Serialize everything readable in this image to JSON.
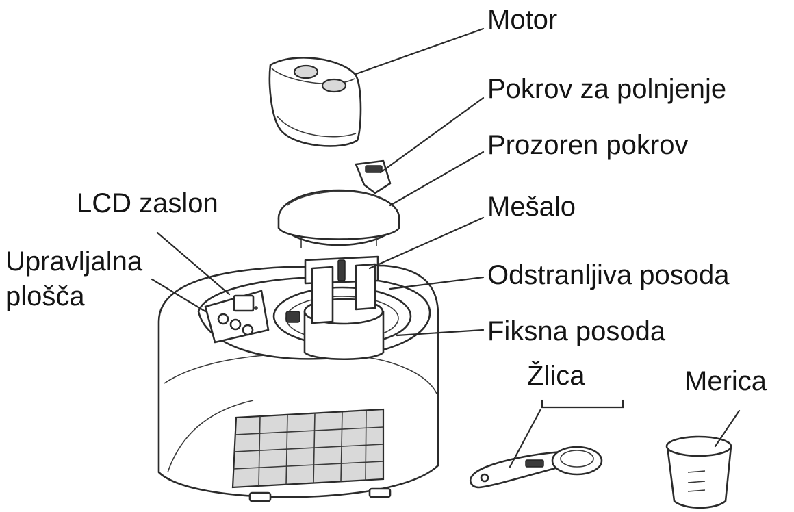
{
  "labels": {
    "motor": "Motor",
    "fill_lid": "Pokrov za polnjenje",
    "clear_lid": "Prozoren pokrov",
    "lcd": "LCD zaslon",
    "mixer": "Mešalo",
    "control_panel_line1": "Upravljalna",
    "control_panel_line2": "plošča",
    "removable_bowl": "Odstranljiva posoda",
    "fixed_bowl": "Fiksna posoda",
    "spoon": "Žlica",
    "cup": "Merica"
  }
}
